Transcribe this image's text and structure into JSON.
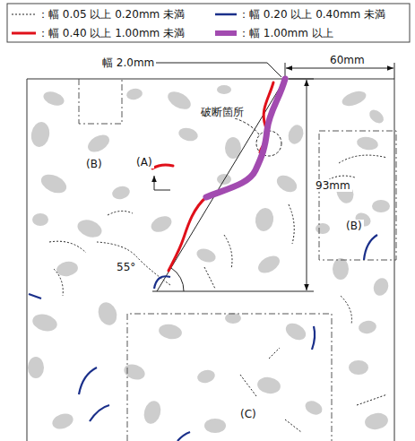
{
  "diagram": {
    "labels": [
      "幅 2.0mm",
      "60mm",
      "(B)",
      "破断箇所",
      "(A)",
      "93mm",
      "55°",
      "(B)",
      "(C)"
    ],
    "legend": [
      {
        "text": "：幅 0.05 以上 0.20mm 未満"
      },
      {
        "text": "：幅 0.20 以上 0.40mm 未満"
      },
      {
        "text": "：幅 0.40 以上 1.00mm 未満"
      },
      {
        "text": "：幅 1.00mm 以上"
      }
    ]
  }
}
